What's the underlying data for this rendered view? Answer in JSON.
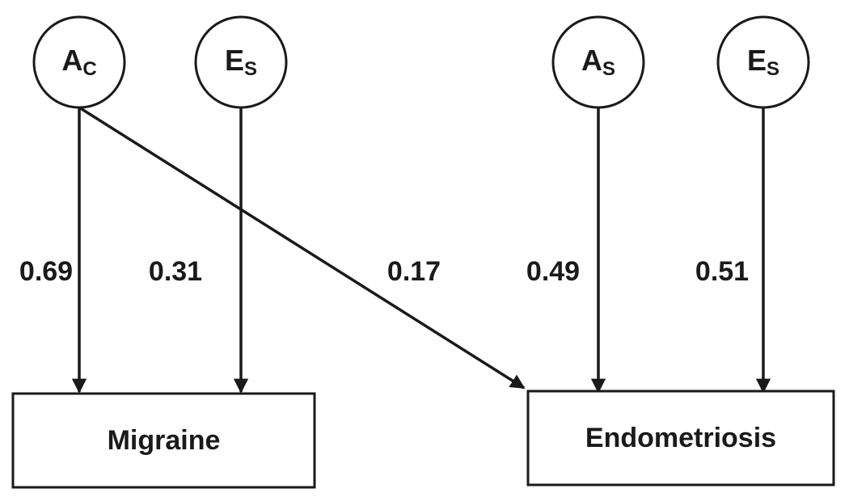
{
  "latent_nodes": [
    {
      "main": "A",
      "sub": "C"
    },
    {
      "main": "E",
      "sub": "S"
    },
    {
      "main": "A",
      "sub": "S"
    },
    {
      "main": "E",
      "sub": "S"
    }
  ],
  "observed_nodes": [
    {
      "label": "Migraine"
    },
    {
      "label": "Endometriosis"
    }
  ],
  "paths": [
    {
      "from": "A_C",
      "to": "Migraine",
      "coefficient": "0.69"
    },
    {
      "from": "E_S",
      "to": "Migraine",
      "coefficient": "0.31"
    },
    {
      "from": "A_C",
      "to": "Endometriosis",
      "coefficient": "0.17"
    },
    {
      "from": "A_S",
      "to": "Endometriosis",
      "coefficient": "0.49"
    },
    {
      "from": "E_S",
      "to": "Endometriosis",
      "coefficient": "0.51"
    }
  ]
}
